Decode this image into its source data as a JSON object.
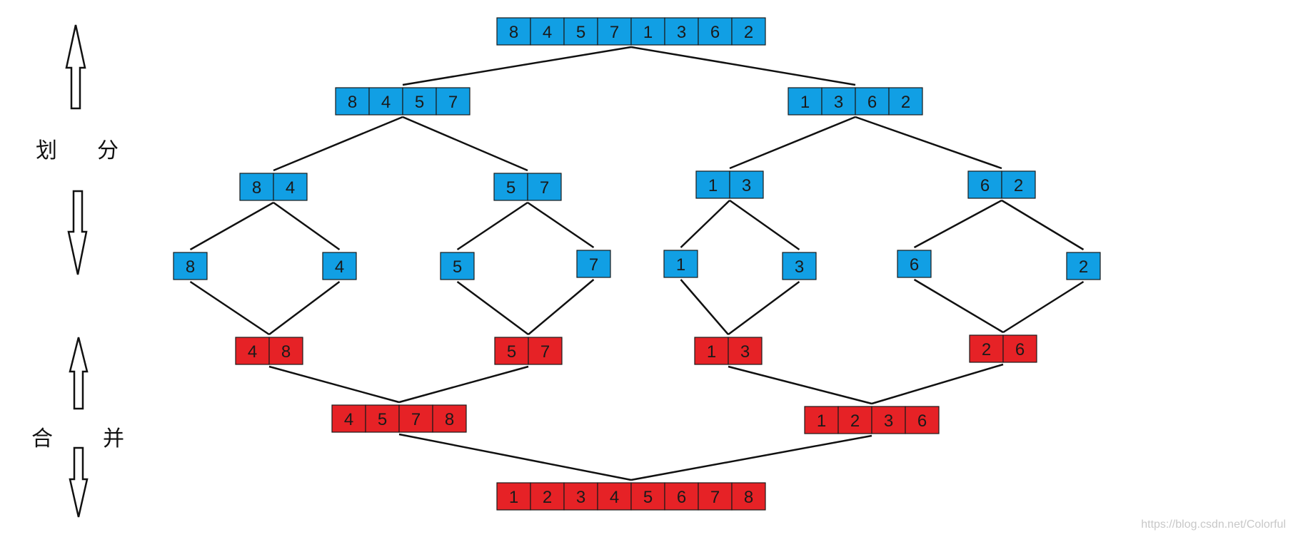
{
  "labels": {
    "divide_left": "划",
    "divide_right": "分",
    "merge_left": "合",
    "merge_right": "并"
  },
  "colors": {
    "blue": "#119fe4",
    "red": "#e62226",
    "cell_border": "#1a1a1a",
    "line": "#111111",
    "text": "#1a1a1a"
  },
  "arrays": [
    {
      "id": "d0",
      "color": "blue",
      "values": [
        "8",
        "4",
        "5",
        "7",
        "1",
        "3",
        "6",
        "2"
      ]
    },
    {
      "id": "d1a",
      "color": "blue",
      "values": [
        "8",
        "4",
        "5",
        "7"
      ]
    },
    {
      "id": "d1b",
      "color": "blue",
      "values": [
        "1",
        "3",
        "6",
        "2"
      ]
    },
    {
      "id": "d2a",
      "color": "blue",
      "values": [
        "8",
        "4"
      ]
    },
    {
      "id": "d2b",
      "color": "blue",
      "values": [
        "5",
        "7"
      ]
    },
    {
      "id": "d2c",
      "color": "blue",
      "values": [
        "1",
        "3"
      ]
    },
    {
      "id": "d2d",
      "color": "blue",
      "values": [
        "6",
        "2"
      ]
    },
    {
      "id": "d3a",
      "color": "blue",
      "values": [
        "8"
      ]
    },
    {
      "id": "d3b",
      "color": "blue",
      "values": [
        "4"
      ]
    },
    {
      "id": "d3c",
      "color": "blue",
      "values": [
        "5"
      ]
    },
    {
      "id": "d3d",
      "color": "blue",
      "values": [
        "7"
      ]
    },
    {
      "id": "d3e",
      "color": "blue",
      "values": [
        "1"
      ]
    },
    {
      "id": "d3f",
      "color": "blue",
      "values": [
        "3"
      ]
    },
    {
      "id": "d3g",
      "color": "blue",
      "values": [
        "6"
      ]
    },
    {
      "id": "d3h",
      "color": "blue",
      "values": [
        "2"
      ]
    },
    {
      "id": "m1a",
      "color": "red",
      "values": [
        "4",
        "8"
      ]
    },
    {
      "id": "m1b",
      "color": "red",
      "values": [
        "5",
        "7"
      ]
    },
    {
      "id": "m1c",
      "color": "red",
      "values": [
        "1",
        "3"
      ]
    },
    {
      "id": "m1d",
      "color": "red",
      "values": [
        "2",
        "6"
      ]
    },
    {
      "id": "m2a",
      "color": "red",
      "values": [
        "4",
        "5",
        "7",
        "8"
      ]
    },
    {
      "id": "m2b",
      "color": "red",
      "values": [
        "1",
        "2",
        "3",
        "6"
      ]
    },
    {
      "id": "m3",
      "color": "red",
      "values": [
        "1",
        "2",
        "3",
        "4",
        "5",
        "6",
        "7",
        "8"
      ]
    }
  ],
  "edges": [
    [
      "d0",
      "d1a"
    ],
    [
      "d0",
      "d1b"
    ],
    [
      "d1a",
      "d2a"
    ],
    [
      "d1a",
      "d2b"
    ],
    [
      "d1b",
      "d2c"
    ],
    [
      "d1b",
      "d2d"
    ],
    [
      "d2a",
      "d3a"
    ],
    [
      "d2a",
      "d3b"
    ],
    [
      "d2b",
      "d3c"
    ],
    [
      "d2b",
      "d3d"
    ],
    [
      "d2c",
      "d3e"
    ],
    [
      "d2c",
      "d3f"
    ],
    [
      "d2d",
      "d3g"
    ],
    [
      "d2d",
      "d3h"
    ],
    [
      "d3a",
      "m1a"
    ],
    [
      "d3b",
      "m1a"
    ],
    [
      "d3c",
      "m1b"
    ],
    [
      "d3d",
      "m1b"
    ],
    [
      "d3e",
      "m1c"
    ],
    [
      "d3f",
      "m1c"
    ],
    [
      "d3g",
      "m1d"
    ],
    [
      "d3h",
      "m1d"
    ],
    [
      "m1a",
      "m2a"
    ],
    [
      "m1b",
      "m2a"
    ],
    [
      "m1c",
      "m2b"
    ],
    [
      "m1d",
      "m2b"
    ],
    [
      "m2a",
      "m3"
    ],
    [
      "m2b",
      "m3"
    ]
  ],
  "watermark": "https://blog.csdn.net/Colorful"
}
